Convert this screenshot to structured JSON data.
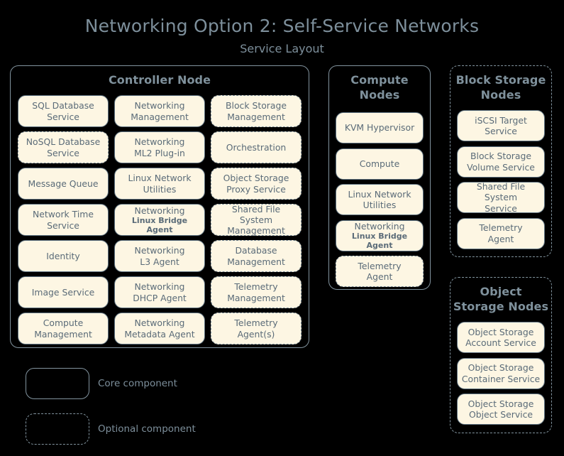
{
  "diagram": {
    "title": "Networking Option 2: Self-Service Networks",
    "subtitle": "Service Layout",
    "colors": {
      "background": "#000000",
      "border": "#82949f",
      "box_fill": "#fdf6e3",
      "box_border": "#5f7382",
      "text": "#5a6b78",
      "heading": "#7f919c"
    }
  },
  "controller_node": {
    "title": "Controller Node",
    "columns": [
      {
        "items": [
          {
            "line1": "SQL Database",
            "line2": "Service",
            "optional": false
          },
          {
            "line1": "NoSQL Database",
            "line2": "Service",
            "optional": true
          },
          {
            "line1": "Message Queue",
            "line2": "",
            "optional": false
          },
          {
            "line1": "Network Time",
            "line2": "Service",
            "optional": false
          },
          {
            "line1": "Identity",
            "line2": "",
            "optional": false
          },
          {
            "line1": "Image Service",
            "line2": "",
            "optional": false
          },
          {
            "line1": "Compute",
            "line2": "Management",
            "optional": false
          }
        ]
      },
      {
        "items": [
          {
            "line1": "Networking",
            "line2": "Management",
            "optional": false
          },
          {
            "line1": "Networking",
            "line2": "ML2 Plug-in",
            "optional": false
          },
          {
            "line1": "Linux Network",
            "line2": "Utilities",
            "optional": false
          },
          {
            "line1": "Networking",
            "line2": "Linux Bridge Agent",
            "optional": false,
            "subtext": true
          },
          {
            "line1": "Networking",
            "line2": "L3 Agent",
            "optional": false
          },
          {
            "line1": "Networking",
            "line2": "DHCP Agent",
            "optional": false
          },
          {
            "line1": "Networking",
            "line2": "Metadata Agent",
            "optional": false
          }
        ]
      },
      {
        "items": [
          {
            "line1": "Block Storage",
            "line2": "Management",
            "optional": true
          },
          {
            "line1": "Orchestration",
            "line2": "",
            "optional": true
          },
          {
            "line1": "Object Storage",
            "line2": "Proxy Service",
            "optional": true
          },
          {
            "line1": "Shared File System",
            "line2": "Management",
            "optional": true
          },
          {
            "line1": "Database",
            "line2": "Management",
            "optional": true
          },
          {
            "line1": "Telemetry",
            "line2": "Management",
            "optional": true
          },
          {
            "line1": "Telemetry",
            "line2": "Agent(s)",
            "optional": true
          }
        ]
      }
    ]
  },
  "compute_nodes": {
    "title": "Compute\nNodes",
    "title_line1": "Compute",
    "title_line2": "Nodes",
    "optional": false,
    "items": [
      {
        "line1": "KVM Hypervisor",
        "line2": "",
        "optional": false
      },
      {
        "line1": "Compute",
        "line2": "",
        "optional": false
      },
      {
        "line1": "Linux Network",
        "line2": "Utilities",
        "optional": false
      },
      {
        "line1": "Networking",
        "line2": "Linux Bridge Agent",
        "optional": false,
        "subtext": true
      },
      {
        "line1": "Telemetry",
        "line2": "Agent",
        "optional": true
      }
    ]
  },
  "block_storage_nodes": {
    "title_line1": "Block Storage",
    "title_line2": "Nodes",
    "optional": true,
    "items": [
      {
        "line1": "iSCSI Target",
        "line2": "Service",
        "optional": false
      },
      {
        "line1": "Block Storage",
        "line2": "Volume Service",
        "optional": false
      },
      {
        "line1": "Shared File System",
        "line2": "Service",
        "optional": false
      },
      {
        "line1": "Telemetry",
        "line2": "Agent",
        "optional": false
      }
    ]
  },
  "object_storage_nodes": {
    "title_line1": "Object",
    "title_line2": "Storage Nodes",
    "optional": true,
    "items": [
      {
        "line1": "Object Storage",
        "line2": "Account Service",
        "optional": false
      },
      {
        "line1": "Object Storage",
        "line2": "Container Service",
        "optional": false
      },
      {
        "line1": "Object Storage",
        "line2": "Object Service",
        "optional": false
      }
    ]
  },
  "legend": {
    "core_label": "Core component",
    "optional_label": "Optional component"
  }
}
